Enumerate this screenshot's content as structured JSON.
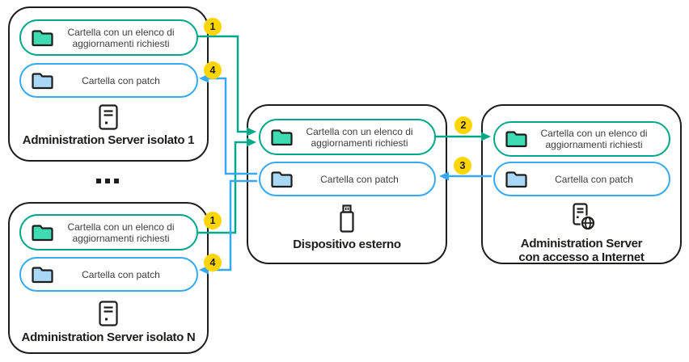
{
  "diagram": {
    "isolated1": {
      "title": "Administration Server isolato 1",
      "updates_folder_label": "Cartella con un elenco di aggiornamenti richiesti",
      "patch_folder_label": "Cartella con patch",
      "step_copy_list_to_external": "1",
      "step_receive_patches": "4"
    },
    "isolatedN": {
      "title": "Administration Server isolato N",
      "updates_folder_label": "Cartella con un elenco di aggiornamenti richiesti",
      "patch_folder_label": "Cartella con patch",
      "step_copy_list_to_external": "1",
      "step_receive_patches": "4"
    },
    "external_device": {
      "title": "Dispositivo esterno",
      "updates_folder_label": "Cartella con un elenco di aggiornamenti richiesti",
      "patch_folder_label": "Cartella con patch",
      "step_copy_list_to_internet_server": "2",
      "step_receive_patches_from_internet_server": "3"
    },
    "internet_server": {
      "title_line1": "Administration Server",
      "title_line2": "con accesso a Internet",
      "updates_folder_label": "Cartella con un elenco di aggiornamenti richiesti",
      "patch_folder_label": "Cartella con patch"
    }
  },
  "colors": {
    "green": "#00a88b",
    "green_fill": "#3fdcb4",
    "blue": "#35a9f2",
    "blue_fill": "#a9d8f7",
    "badge_yellow": "#ffd500",
    "ink": "#1d1d1b"
  },
  "icons": {
    "isolated_server": "server-tower-icon",
    "external_device": "usb-drive-icon",
    "internet_server": "server-globe-icon",
    "separator": "ellipsis-icon",
    "updates_folder": "green-folder-icon",
    "patch_folder": "blue-folder-icon"
  }
}
